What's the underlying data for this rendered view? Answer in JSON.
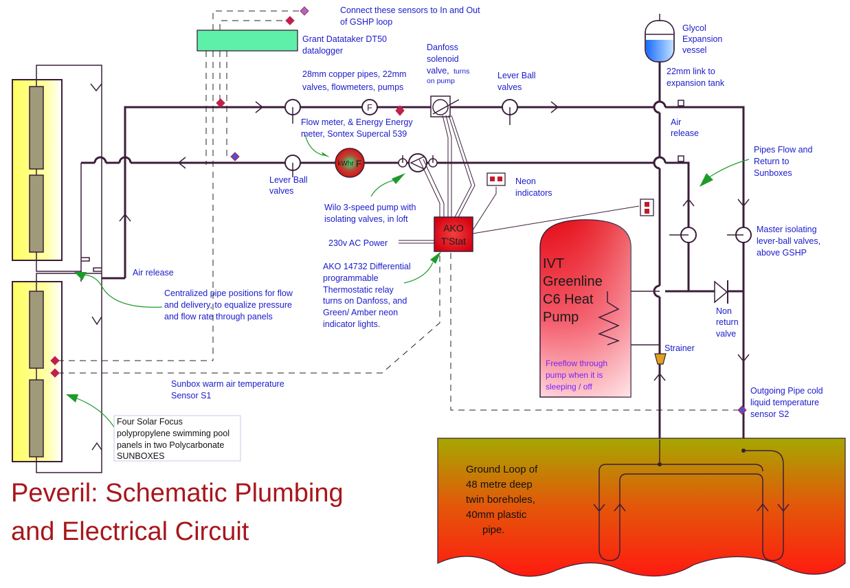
{
  "title_line1": "Peveril: Schematic Plumbing",
  "title_line2": "and Electrical Circuit",
  "labels": {
    "connect_sensors_1": "Connect these sensors to In and Out",
    "connect_sensors_2": "of GSHP loop",
    "datalogger_1": "Grant Datataker DT50",
    "datalogger_2": "datalogger",
    "copper_1": "28mm copper pipes, 22mm",
    "copper_2": "valves, flowmeters, pumps",
    "danfoss_1": "Danfoss",
    "danfoss_2": "solenoid",
    "danfoss_3": "valve,",
    "danfoss_3b": "turns",
    "danfoss_4": "on pump",
    "lever_top_1": "Lever Ball",
    "lever_top_2": "valves",
    "glycol_1": "Glycol",
    "glycol_2": "Expansion",
    "glycol_3": "vessel",
    "link_1": "22mm  link to",
    "link_2": "expansion tank",
    "air_release_top_1": "Air",
    "air_release_top_2": "release",
    "flowmeter_1": "Flow meter, & Energy Energy",
    "flowmeter_2": "meter, Sontex Supercal 539",
    "pipes_flow_1": "Pipes Flow and",
    "pipes_flow_2": "Return to",
    "pipes_flow_3": "Sunboxes",
    "lever_bottom_1": "Lever Ball",
    "lever_bottom_2": "valves",
    "neon_1": "Neon",
    "neon_2": "indicators",
    "wilo_1": "Wilo 3-speed pump with",
    "wilo_2": "isolating valves, in loft",
    "master_1": "Master isolating",
    "master_2": "lever-ball valves,",
    "master_3": "above GSHP",
    "power": "230v AC Power",
    "ako_box_1": "AKO",
    "ako_box_2": "T'Stat",
    "air_release_left": "Air release",
    "ako_1": "AKO 14732 Differential",
    "ako_2": "programmable",
    "ako_3": "Thermostatic relay",
    "ako_4": "turns on Danfoss, and",
    "ako_5": "Green/ Amber neon",
    "ako_6": "indicator lights.",
    "central_1": "Centralized pipe positions for flow",
    "central_2": "and delivery, to equalize pressure",
    "central_3": "and flow rate through panels",
    "ivt_1": "IVT",
    "ivt_2": "Greenline",
    "ivt_3": "C6 Heat",
    "ivt_4": "Pump",
    "freeflow_1": "Freeflow through",
    "freeflow_2": "pump when it is",
    "freeflow_3": "sleeping / off",
    "non_return_1": "Non",
    "non_return_2": "return",
    "non_return_3": "valve",
    "strainer": "Strainer",
    "sunbox_sensor_1": "Sunbox warm air temperature",
    "sunbox_sensor_2": "Sensor S1",
    "outgoing_1": "Outgoing Pipe cold",
    "outgoing_2": "liquid temperature",
    "outgoing_3": "sensor S2",
    "four_solar_1": "Four Solar Focus",
    "four_solar_2": "polypropylene swimming pool",
    "four_solar_3": "panels in two Polycarbonate",
    "four_solar_4": "SUNBOXES",
    "ground_1": "Ground Loop of",
    "ground_2": "48 metre deep",
    "ground_3": "twin  boreholes,",
    "ground_4": "40mm plastic",
    "ground_5": "pipe.",
    "flowmeter_symbol": "F",
    "kwhr_1": "kWhr",
    "kwhr_2": "F"
  },
  "colors": {
    "pipe": "#3b1e3a",
    "label": "#1a1acc",
    "title": "#a8161b",
    "leader": "#1c9b2a",
    "datalogger": "#5ef0a8",
    "ako_fill": "#e8141c",
    "heat_pump_top": "#e8121c",
    "ground_top": "#a8a800",
    "ground_bottom": "#ff1f10",
    "sunbox_fill": "#ffff7a",
    "panel_fill": "#9e9a7a"
  }
}
